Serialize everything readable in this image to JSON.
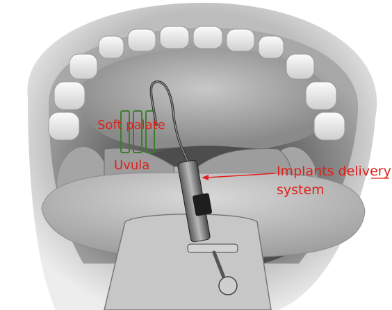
{
  "colors": {
    "annotation": "#e0201c",
    "implant": "#3d7d2e",
    "background": "#ffffff"
  },
  "labels": {
    "soft_palate": "Soft palate",
    "uvula": "Uvula",
    "delivery_system": "Implants delivery system"
  },
  "implants": {
    "count": 3
  }
}
